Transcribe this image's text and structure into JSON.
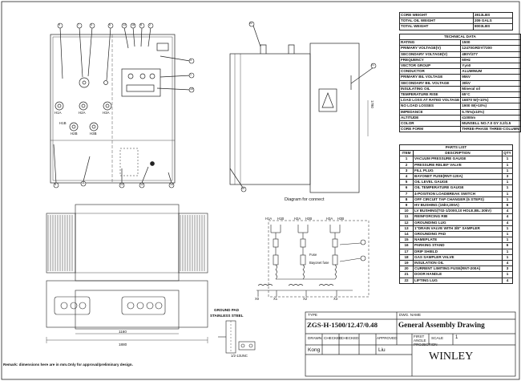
{
  "weights": [
    {
      "label": "CORE WEIGHT",
      "value": "3913LBS"
    },
    {
      "label": "TOTAL OIL WEIGHT",
      "value": "209 GALS"
    },
    {
      "label": "TOTAL WEIGHT",
      "value": "8003LBS"
    }
  ],
  "tech_title": "TECHNICAL DATA",
  "tech_rows": [
    {
      "label": "RATING",
      "value": "1500"
    },
    {
      "label": "PRIMARY VOLTAGE(V)",
      "value": "12470GRDY/7200"
    },
    {
      "label": "SECONDARY VOLTAGE(V)",
      "value": "480Y/277"
    },
    {
      "label": "FREQUENCY",
      "value": "60Hz"
    },
    {
      "label": "VECTOR GROUP",
      "value": "Yyn0"
    },
    {
      "label": "CONDUCTOR",
      "value": "ALUMINUM"
    },
    {
      "label": "PRIMARY BIL VOLTAGE",
      "value": "95kV"
    },
    {
      "label": "SECONDARY BIL VOLTAGE",
      "value": "30kV"
    },
    {
      "label": "INSULATING OIL",
      "value": "Mineral oil"
    },
    {
      "label": "TEMPERATURE RISE",
      "value": "65°C"
    },
    {
      "label": "LOAD LOSS AT RATED VOLTAGE",
      "value": "16870 W(+10%)"
    },
    {
      "label": "NO LOAD LOSSES",
      "value": "1900 W(+10%)"
    },
    {
      "label": "IMPEDANCE",
      "value": "5.75%(±10%)"
    },
    {
      "label": "ALTITUDE",
      "value": "≤1000m"
    },
    {
      "label": "COLOR",
      "value": "MUNSELL NO.7.0 GY 3.2/1.5"
    },
    {
      "label": "CORE FORM",
      "value": "THREE-PHASE THREE-COLUMN"
    }
  ],
  "parts_title": "PARTS LIST",
  "parts_header": {
    "item": "ITEM",
    "desc": "DESCRIPTION",
    "qty": "QTY"
  },
  "parts": [
    {
      "item": "1",
      "desc": "VACUUM PRESSURE GAUGE",
      "qty": "1"
    },
    {
      "item": "2",
      "desc": "PRESSURE RELIEF VALVE",
      "qty": "1"
    },
    {
      "item": "3",
      "desc": "FILL PLUG",
      "qty": "1"
    },
    {
      "item": "4",
      "desc": "BAYONET FUSE(RNT-120A)",
      "qty": "3"
    },
    {
      "item": "5",
      "desc": "OIL LEVEL GAUGE",
      "qty": "1"
    },
    {
      "item": "6",
      "desc": "OIL TEMPERATURE GAUGE",
      "qty": "1"
    },
    {
      "item": "7",
      "desc": "4-POSITION LOADBREAK SWITCH",
      "qty": "1"
    },
    {
      "item": "8",
      "desc": "OFF CIRCUIT TAP CHANGER (5 STEPS)",
      "qty": "1"
    },
    {
      "item": "9",
      "desc": "HV BUSHING (15kV,200A)",
      "qty": "6"
    },
    {
      "item": "10",
      "desc": "LV BUSHING(T02-1/2000,10 HOLE,BIL:30kV)",
      "qty": "4"
    },
    {
      "item": "11",
      "desc": "REINFORCING RIB",
      "qty": "4"
    },
    {
      "item": "12",
      "desc": "GROUNDING LUG",
      "qty": "4"
    },
    {
      "item": "13",
      "desc": "1\"DRAIN VALVE WITH 3/8\" SAMPLER",
      "qty": "1"
    },
    {
      "item": "14",
      "desc": "GROUNDING PAD",
      "qty": "1"
    },
    {
      "item": "15",
      "desc": "NAMEPLATE",
      "qty": "1"
    },
    {
      "item": "16",
      "desc": "PARKING STAND",
      "qty": "6"
    },
    {
      "item": "17",
      "desc": "DRIP SHIELD",
      "qty": "1"
    },
    {
      "item": "18",
      "desc": "GAS SAMPLER VALVE",
      "qty": "1"
    },
    {
      "item": "19",
      "desc": "INSULATION OIL",
      "qty": "4"
    },
    {
      "item": "20",
      "desc": "CURRENT LIMITING FUSE(RNT-200A)",
      "qty": "3"
    },
    {
      "item": "21",
      "desc": "DOOR HANDLE",
      "qty": "1"
    },
    {
      "item": "22",
      "desc": "LIFTING LUG",
      "qty": "4"
    }
  ],
  "diagram_title": "Diagram for connect",
  "hv_terminals": [
    "H1A",
    "H1B",
    "H2A",
    "H2B",
    "H3A",
    "H3B"
  ],
  "lv_terminals": [
    "X0",
    "X1",
    "X2",
    "X3"
  ],
  "connect_labels": {
    "fuse": "Fuse",
    "bayonet": "Bayonet fuse"
  },
  "front_labels": {
    "h1a": "H1A",
    "h2a": "H2A",
    "h3a": "H3A",
    "h1b": "H1B",
    "h2b": "H2B",
    "h3b": "H3B"
  },
  "front_callouts": [
    "9",
    "7",
    "4",
    "6",
    "13",
    "18",
    "8",
    "2",
    "3",
    "1",
    "10",
    "5",
    "11",
    "22",
    "12",
    "14",
    "16",
    "17"
  ],
  "side_callouts": [
    "22",
    "21",
    "19"
  ],
  "dim_width": "1880",
  "dim_tank": "1160",
  "side_dim": "1780",
  "ground_pad": {
    "title": "GROUND PAD",
    "subtitle": "STAINLESS STEEL",
    "bolt": "1/2-13UNC"
  },
  "remark": "Remark: dimensions here are in mm.Only for approval/preliminary design.",
  "title_block": {
    "type_label": "TYPE",
    "type_value": "ZGS-H-1500/12.47/0.48",
    "dwg_label": "DWG. NAME",
    "dwg_value": "General Assembly Drawing",
    "drawn": "DRAWN",
    "checked": "CHECKED",
    "checked2": "CHECKED",
    "approved": "APPROVED",
    "projection": "FIRST ANGLE PROJECTION",
    "scale_label": "SCALE",
    "scale_value": "1",
    "drawn_by": "Kong",
    "approved_by": "Liu",
    "company": "WINLEY"
  }
}
